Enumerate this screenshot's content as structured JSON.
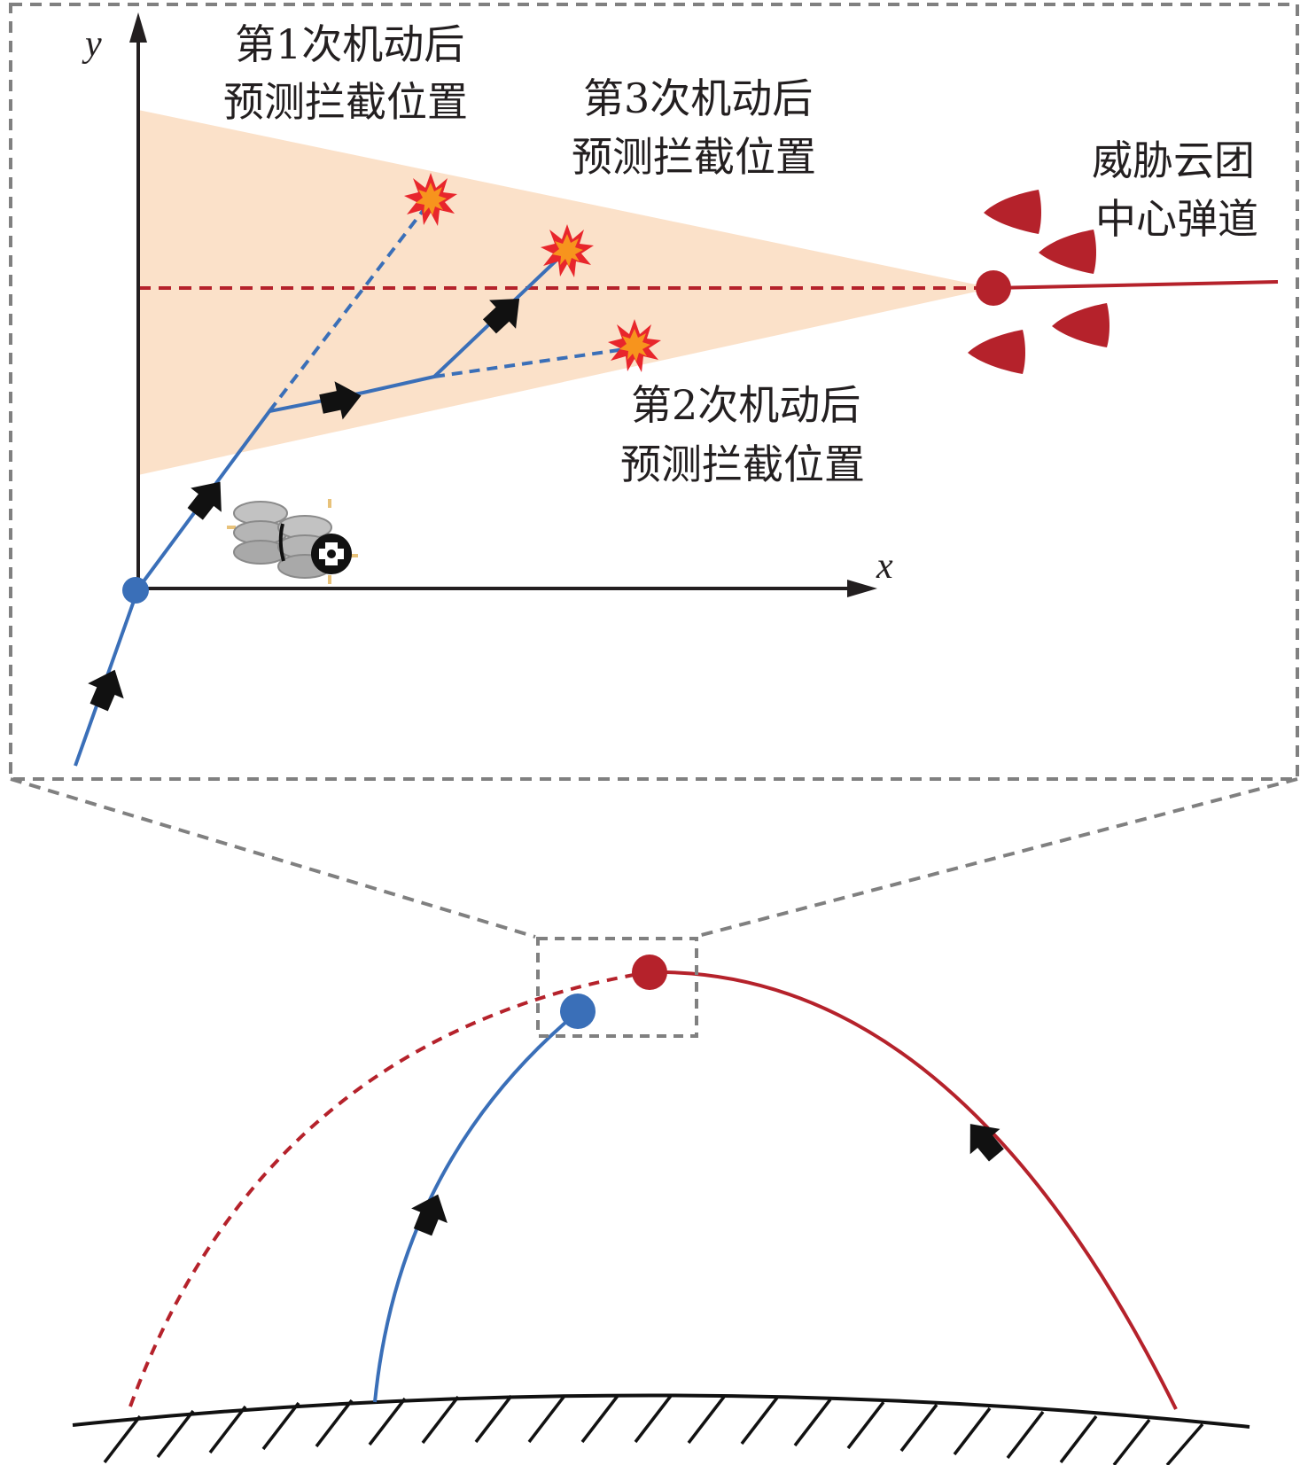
{
  "labels": {
    "pred1_line1": "第1次机动后",
    "pred1_line2": "预测拦截位置",
    "pred3_line1": "第3次机动后",
    "pred3_line2": "预测拦截位置",
    "pred2_line1": "第2次机动后",
    "pred2_line2": "预测拦截位置",
    "threat_line1": "威胁云团",
    "threat_line2": "中心弹道",
    "axis_x": "x",
    "axis_y": "y"
  },
  "colors": {
    "interceptor": "#3a6fb8",
    "threat": "#b5222b",
    "cone": "#fbe1c9",
    "zoom_box": "#808080",
    "axis": "#231f20",
    "arrow": "#111111",
    "burst_outer": "#e8262c",
    "burst_inner": "#f7941d",
    "spacecraft": "#b8b8b8"
  }
}
